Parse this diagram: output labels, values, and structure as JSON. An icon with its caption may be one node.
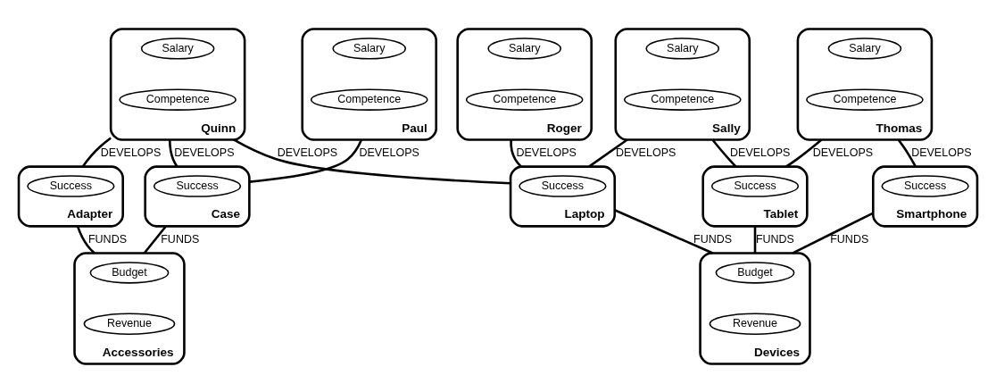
{
  "diagram": {
    "nodes": [
      {
        "text": [
          "Quinn"
        ]
      },
      {
        "text": [
          "Salary"
        ],
        "in": 0
      },
      {
        "text": [
          "Competence"
        ],
        "in": 0
      },
      {
        "text": [
          "Sally"
        ]
      },
      {
        "text": [
          "Salary"
        ],
        "in": 3
      },
      {
        "text": [
          "Competence"
        ],
        "in": 3
      },
      {
        "text": [
          "Thomas"
        ]
      },
      {
        "text": [
          "Salary"
        ],
        "in": 6
      },
      {
        "text": [
          "Competence"
        ],
        "in": 6
      },
      {
        "text": [
          "Paul"
        ]
      },
      {
        "text": [
          "Salary"
        ],
        "in": 9
      },
      {
        "text": [
          "Competence"
        ],
        "in": 9
      },
      {
        "text": [
          "Case"
        ]
      },
      {
        "text": [
          "Success"
        ],
        "in": 12
      },
      {
        "text": [
          "Adapter"
        ]
      },
      {
        "text": [
          "Success"
        ],
        "in": 14
      },
      {
        "text": [
          "Laptop"
        ]
      },
      {
        "text": [
          "Success"
        ],
        "in": 16
      },
      {
        "text": [
          "Tablet"
        ]
      },
      {
        "text": [
          "Success"
        ],
        "in": 18
      },
      {
        "text": [
          "Smartphone"
        ]
      },
      {
        "text": [
          "Success"
        ],
        "in": 20
      },
      {
        "text": [
          "Roger"
        ]
      },
      {
        "text": [
          "Salary"
        ],
        "in": 22
      },
      {
        "text": [
          "Competence"
        ],
        "in": 22
      },
      {
        "text": [
          "Devices"
        ]
      },
      {
        "text": [
          "Budget"
        ],
        "in": 25
      },
      {
        "text": [
          "Revenue"
        ],
        "in": 25
      },
      {
        "text": [
          "Accessories"
        ]
      },
      {
        "text": [
          "Budget"
        ],
        "in": 28
      },
      {
        "text": [
          "Revenue"
        ],
        "in": 28
      }
    ],
    "edges": [
      {
        "from": 9,
        "to": 12,
        "arrow": "none",
        "label": "DEVELOPS"
      },
      {
        "from": 0,
        "to": 12,
        "arrow": "none",
        "label": "DEVELOPS"
      },
      {
        "from": 0,
        "to": 14,
        "arrow": "none",
        "label": "DEVELOPS"
      },
      {
        "from": 0,
        "to": 16,
        "arrow": "none",
        "label": "DEVELOPS"
      },
      {
        "from": 3,
        "to": 16,
        "arrow": "none",
        "label": "DEVELOPS"
      },
      {
        "from": 3,
        "to": 18,
        "arrow": "none",
        "label": "DEVELOPS"
      },
      {
        "from": 6,
        "to": 18,
        "arrow": "none",
        "label": "DEVELOPS"
      },
      {
        "from": 6,
        "to": 20,
        "arrow": "none",
        "label": "DEVELOPS"
      },
      {
        "from": 22,
        "to": 16,
        "arrow": "none",
        "label": "DEVELOPS"
      },
      {
        "from": 12,
        "to": 28,
        "arrow": "none",
        "label": "FUNDS"
      },
      {
        "from": 14,
        "to": 28,
        "arrow": "none",
        "label": "FUNDS"
      },
      {
        "from": 16,
        "to": 25,
        "arrow": "none",
        "label": "FUNDS"
      },
      {
        "from": 18,
        "to": 25,
        "arrow": "none",
        "label": "FUNDS"
      },
      {
        "from": 20,
        "to": 25,
        "arrow": "none",
        "label": "FUNDS"
      }
    ]
  }
}
